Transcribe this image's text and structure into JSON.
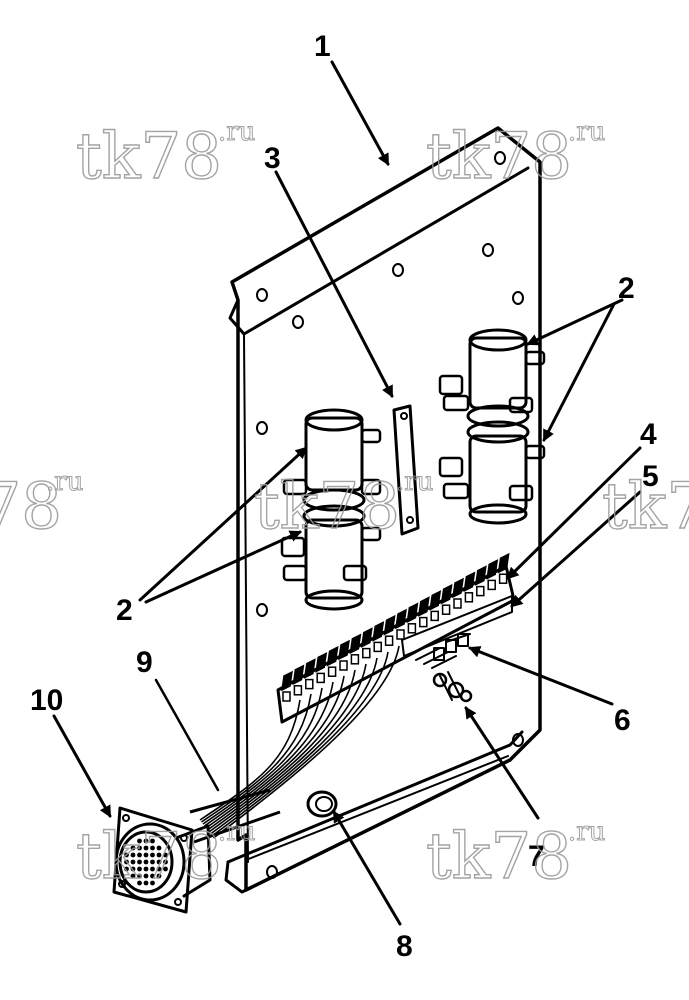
{
  "diagram": {
    "callouts": [
      "1",
      "2",
      "3",
      "4",
      "5",
      "6",
      "7",
      "8",
      "9",
      "10"
    ],
    "watermark": {
      "main": "tk78",
      "sup": ".ru"
    },
    "colors": {
      "line": "#000000",
      "watermark": "#9a9a9a",
      "background": "#ffffff"
    }
  }
}
